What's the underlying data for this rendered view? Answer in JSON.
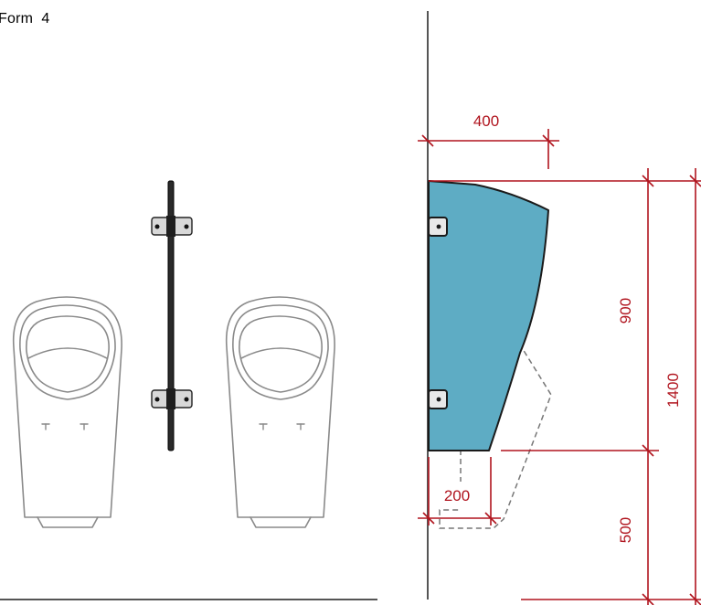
{
  "title": "Form  4",
  "colors": {
    "dimension": "#b0141e",
    "partition_fill": "#5eacc4",
    "partition_stroke": "#1a1a1a",
    "fixture_stroke": "#8a8a8a",
    "wall": "#555555",
    "bracket_fill": "#d8d8d8",
    "bar_fill": "#2a2a2a",
    "hidden_line": "#777777"
  },
  "dimensions": {
    "depth_top": "400",
    "depth_bottom": "200",
    "partition_height": "900",
    "floor_clearance": "500",
    "total_height": "1400"
  },
  "views": {
    "front": {
      "fixtures": [
        "urinal",
        "urinal"
      ],
      "partition": "wall-mounted bar partition with 2 brackets"
    },
    "side": {
      "partition": "shaped partition with 2 wall brackets",
      "urinal": "hidden dashed outline"
    }
  }
}
